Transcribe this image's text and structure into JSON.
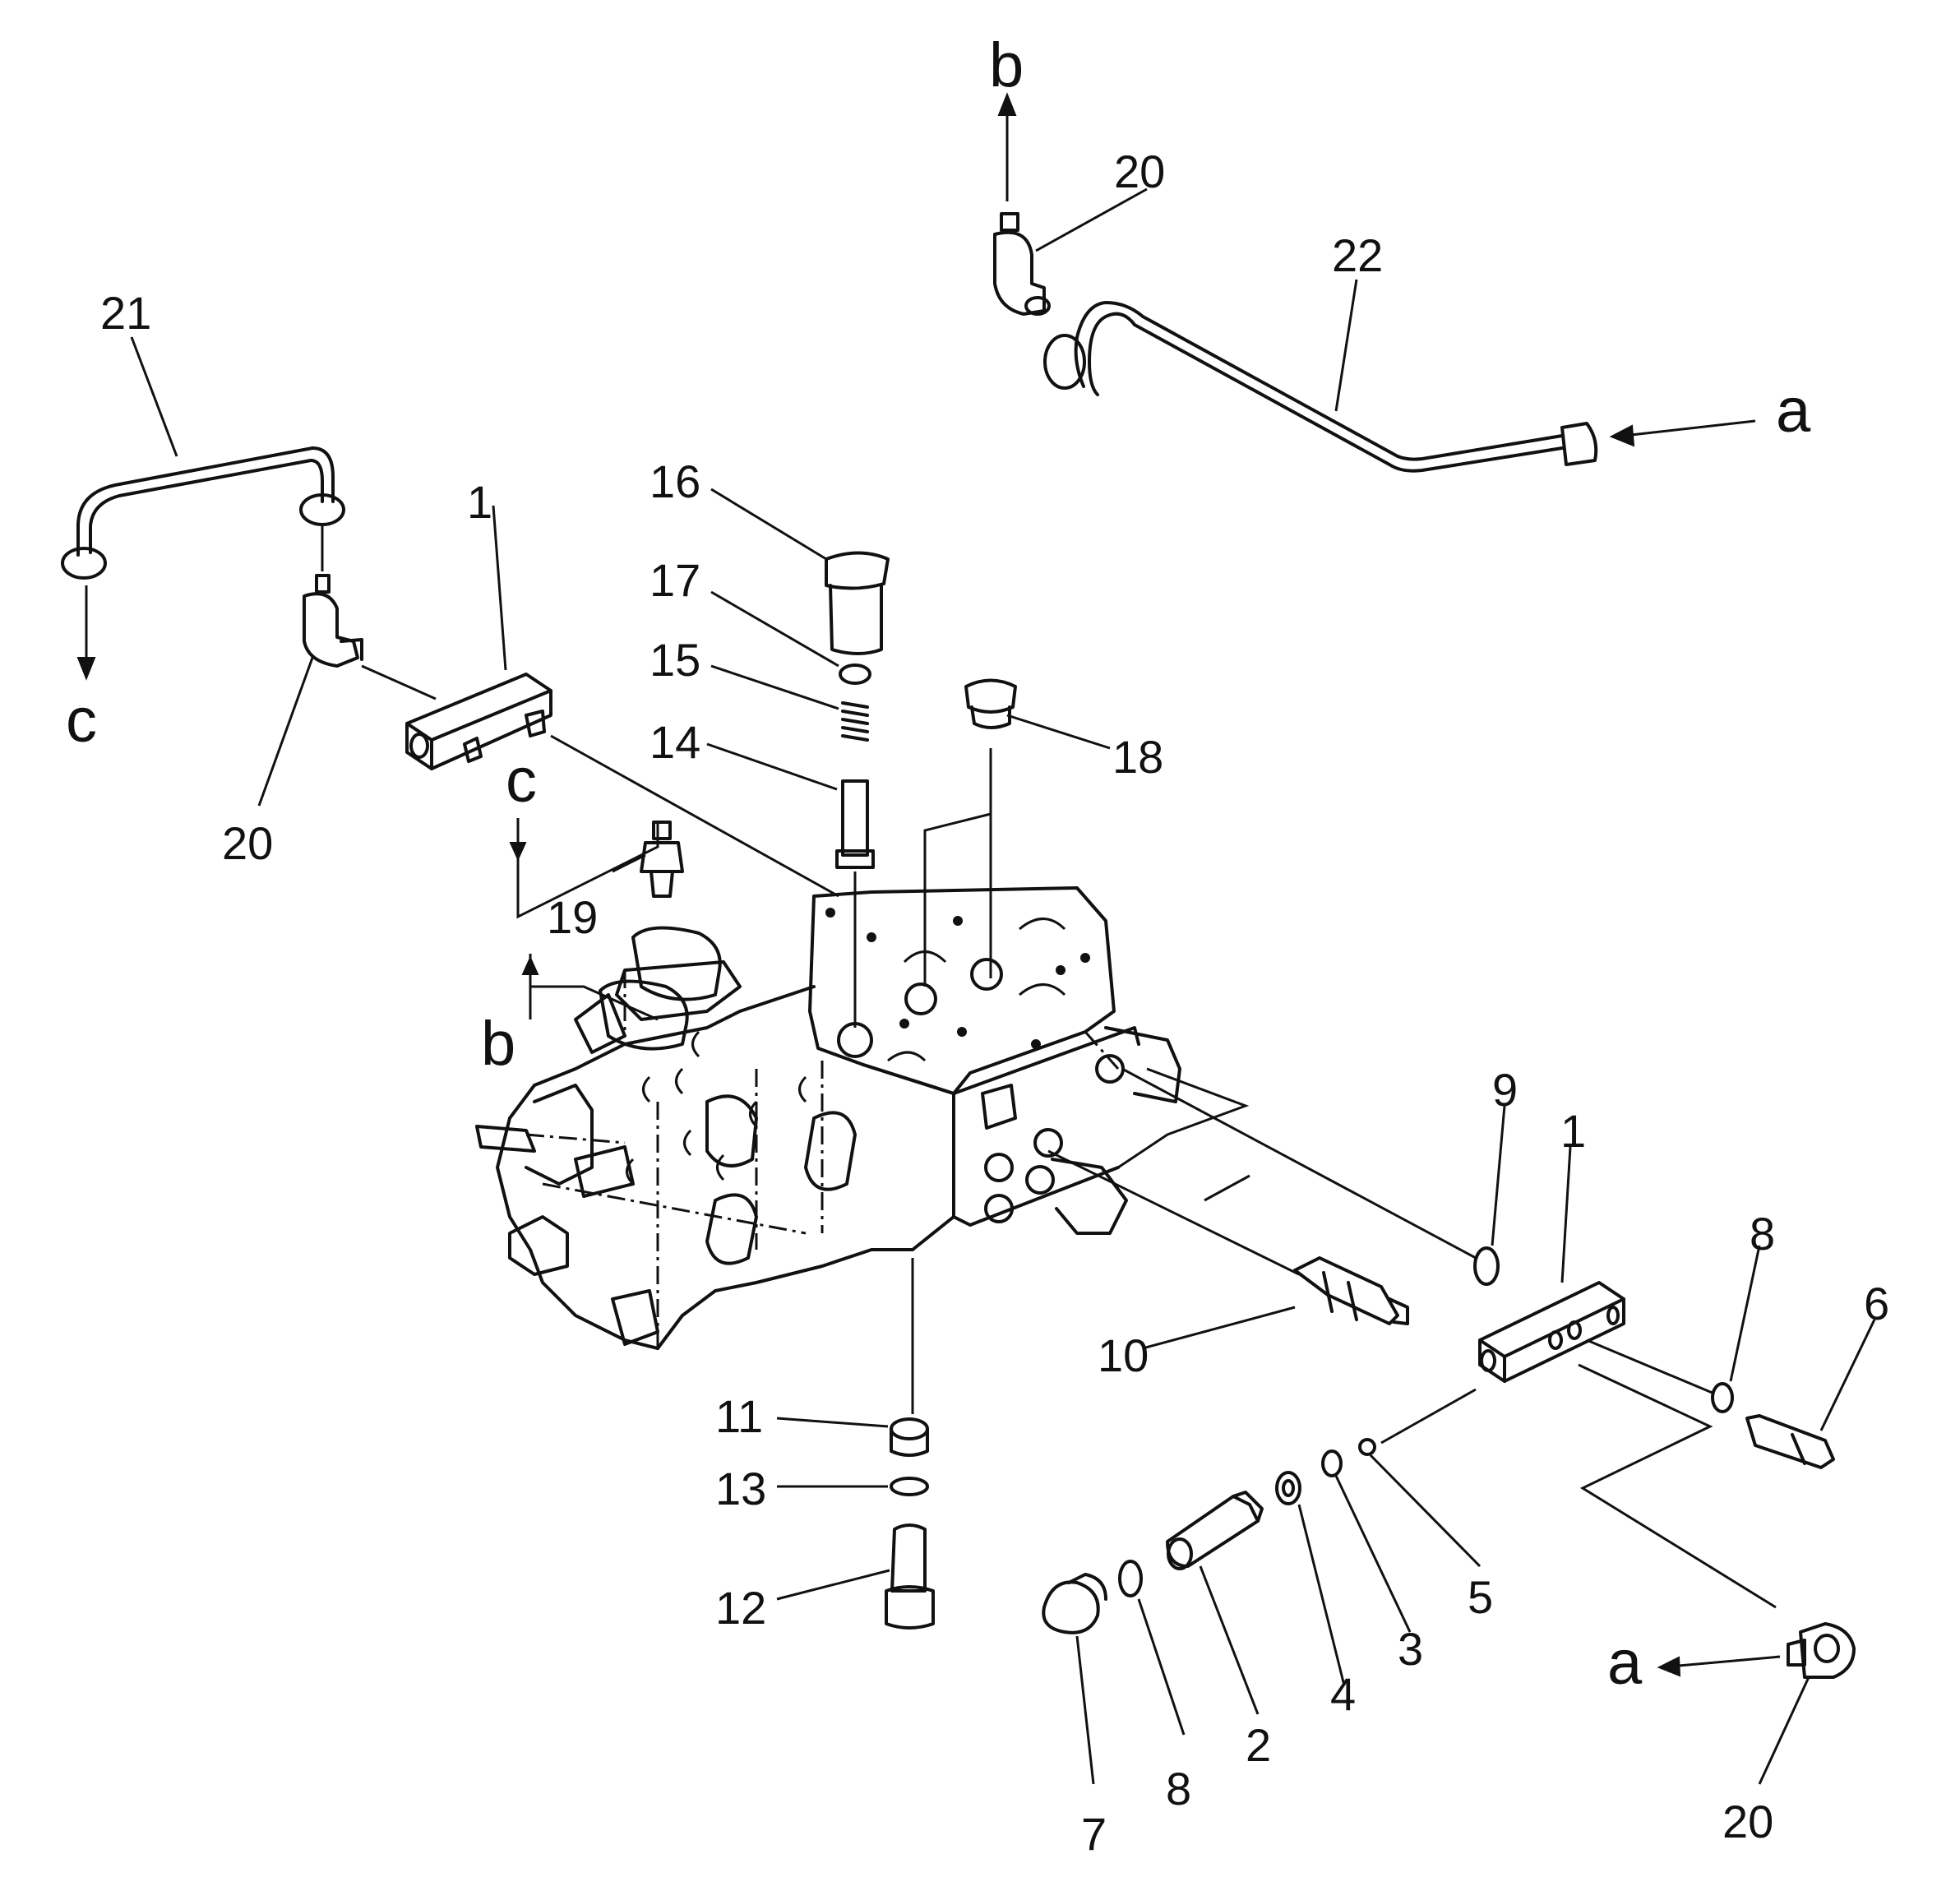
{
  "callouts": {
    "c1a": "1",
    "c1b": "1",
    "c2": "2",
    "c3": "3",
    "c4": "4",
    "c5": "5",
    "c6": "6",
    "c7": "7",
    "c8a": "8",
    "c8b": "8",
    "c9": "9",
    "c10": "10",
    "c11": "11",
    "c12": "12",
    "c13": "13",
    "c14": "14",
    "c15": "15",
    "c16": "16",
    "c17": "17",
    "c18": "18",
    "c19": "19",
    "c20a": "20",
    "c20b": "20",
    "c20c": "20",
    "c21": "21",
    "c22": "22"
  },
  "connectors": {
    "a_top": "a",
    "a_bottom": "a",
    "b_top": "b",
    "b_mid": "b",
    "c_left": "c",
    "c_mid": "c"
  }
}
